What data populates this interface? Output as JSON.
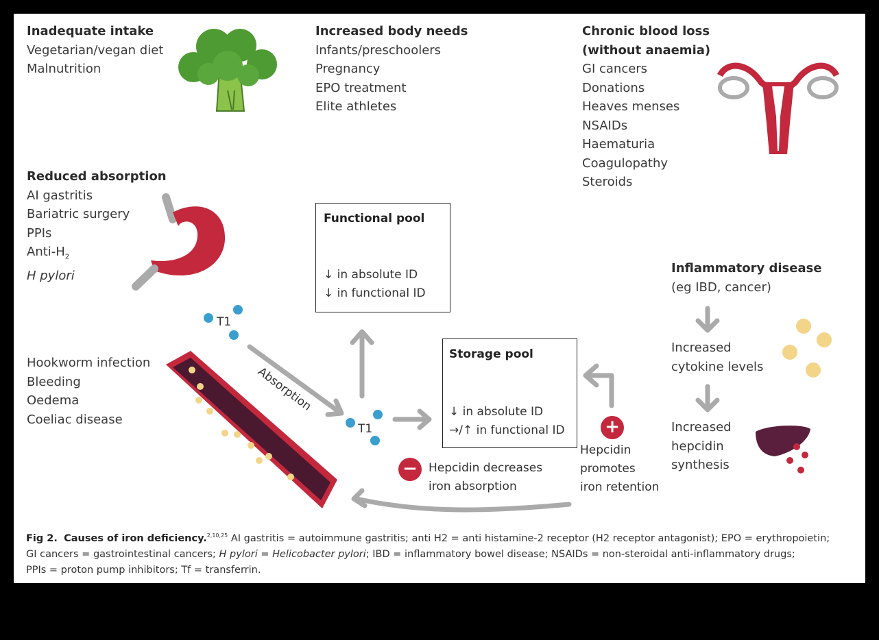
{
  "inadequate_intake": {
    "title": "Inadequate intake",
    "items": [
      "Vegetarian/vegan diet",
      "Malnutrition"
    ]
  },
  "increased_needs": {
    "title": "Increased body needs",
    "items": [
      "Infants/preschoolers",
      "Pregnancy",
      "EPO treatment",
      "Elite athletes"
    ]
  },
  "blood_loss": {
    "title_line1": "Chronic blood loss",
    "title_line2": "(without anaemia)",
    "items": [
      "GI cancers",
      "Donations",
      "Heaves menses",
      "NSAIDs",
      "Haematuria",
      "Coagulopathy",
      "Steroids"
    ]
  },
  "reduced_absorption": {
    "title": "Reduced absorption",
    "items": [
      "AI gastritis",
      "Bariatric surgery",
      "PPIs"
    ],
    "anti_h_prefix": "Anti-H",
    "anti_h_sub": "2",
    "h_pylori": "H pylori"
  },
  "other_causes": [
    "Hookworm infection",
    "Bleeding",
    "Oedema",
    "Coeliac disease"
  ],
  "functional_pool": {
    "title": "Functional pool",
    "line1": "↓ in absolute ID",
    "line2": "↓ in functional ID"
  },
  "storage_pool": {
    "title": "Storage pool",
    "line1": "↓ in absolute ID",
    "line2": "→/↑ in functional ID"
  },
  "inflammatory": {
    "title": "Inflammatory disease",
    "subtitle": "(eg IBD, cancer)",
    "step1": [
      "Increased",
      "cytokine levels"
    ],
    "step2": [
      "Increased",
      "hepcidin",
      "synthesis"
    ]
  },
  "hepcidin_decrease": {
    "symbol": "−",
    "lines": [
      "Hepcidin decreases",
      "iron absorption"
    ]
  },
  "hepcidin_promote": {
    "symbol": "+",
    "lines": [
      "Hepcidin",
      "promotes",
      "iron retention"
    ]
  },
  "t1_label": "T1",
  "absorption_label": "Absorption",
  "caption": {
    "fig": "Fig 2.",
    "title": "Causes of iron deficiency.",
    "refs": "2,10,25",
    "line1": "AI gastritis = autoimmune gastritis; anti H2 = anti histamine-2 receptor (H2 receptor antagonist); EPO = erythropoietin;",
    "line2_a": "GI cancers = gastrointestinal cancers; ",
    "line2_b": "H pylori = Helicobacter pylori",
    "line2_c": "; IBD = inflammatory bowel disease; NSAIDs = non-steroidal anti-inflammatory drugs;",
    "line3": "PPIs = proton pump inhibitors; Tf = transferrin."
  },
  "colors": {
    "accent": "#c4283c",
    "blue_dot": "#3a9fcf",
    "cream": "#f3d58a",
    "liver": "#5a1f3c",
    "arrow": "#aaaaaa",
    "green": "#6aa84f"
  }
}
